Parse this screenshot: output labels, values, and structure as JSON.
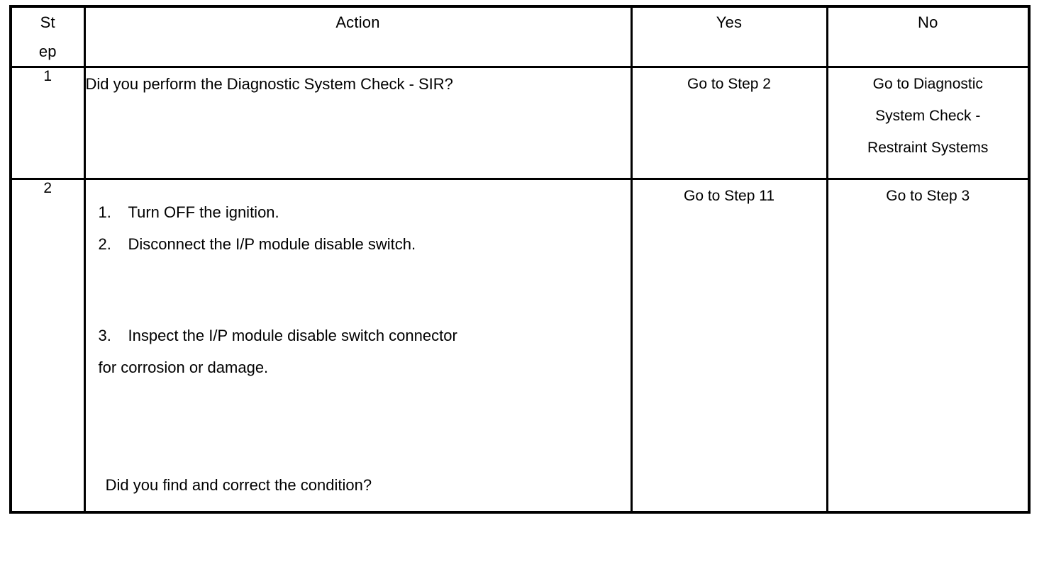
{
  "table": {
    "headers": {
      "step_line1": "St",
      "step_line2": "ep",
      "action": "Action",
      "yes": "Yes",
      "no": "No"
    },
    "rows": [
      {
        "step": "1",
        "action_text": "Did you perform the Diagnostic System Check - SIR?",
        "yes": "Go to Step 2",
        "no_lines": [
          "Go to Diagnostic",
          "System Check -",
          "Restraint Systems"
        ]
      },
      {
        "step": "2",
        "items": [
          {
            "number": "1.",
            "text": "Turn OFF the ignition."
          },
          {
            "number": "2.",
            "text": "Disconnect the I/P module disable switch."
          },
          {
            "number": "3.",
            "text": "Inspect the I/P module disable switch connector",
            "continuation": "for corrosion or damage."
          }
        ],
        "final_question": " Did you find and correct the condition?",
        "yes": "Go to Step 11",
        "no": "Go to Step 3"
      }
    ]
  },
  "colors": {
    "border": "#000000",
    "text": "#000000",
    "background": "#ffffff"
  }
}
